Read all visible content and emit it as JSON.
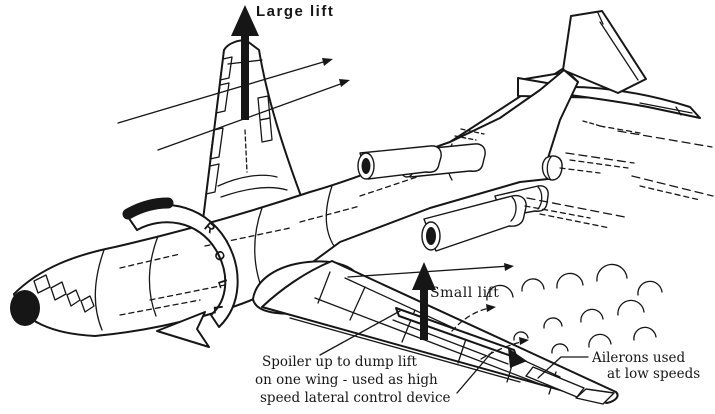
{
  "labels": {
    "large_lift": "Large lift",
    "small_lift": "Small lift",
    "spoiler_caption": [
      "Spoiler up to dump lift",
      "on one wing - used as high",
      "speed lateral control device"
    ],
    "ailerons_caption": [
      "Ailerons used",
      "at low speeds"
    ],
    "roll_letters": [
      "R",
      "O",
      "L",
      "L"
    ]
  },
  "colors": {
    "ink": "#161616",
    "paper": "#ffffff"
  }
}
